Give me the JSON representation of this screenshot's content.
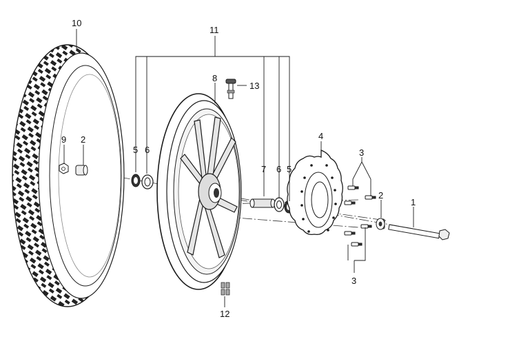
{
  "diagram": {
    "type": "exploded-parts-diagram",
    "colors": {
      "line": "#1a1a1a",
      "fill": "#ffffff",
      "shade": "#e6e6e6",
      "dark": "#555555"
    },
    "callouts": [
      {
        "id": "tire",
        "label": "10"
      },
      {
        "id": "wheel-assembly",
        "label": "11"
      },
      {
        "id": "rim",
        "label": "8"
      },
      {
        "id": "valve",
        "label": "13"
      },
      {
        "id": "nut-left",
        "label": "9"
      },
      {
        "id": "spacer-left",
        "label": "2"
      },
      {
        "id": "seal-left",
        "label": "5"
      },
      {
        "id": "bearing-left",
        "label": "6"
      },
      {
        "id": "hub-sleeve",
        "label": "7"
      },
      {
        "id": "bearing-right",
        "label": "6"
      },
      {
        "id": "seal-right",
        "label": "5"
      },
      {
        "id": "brake-disc",
        "label": "4"
      },
      {
        "id": "bolts-top",
        "label": "3"
      },
      {
        "id": "spacer-right",
        "label": "2"
      },
      {
        "id": "axle",
        "label": "1"
      },
      {
        "id": "bolts-bottom",
        "label": "3"
      },
      {
        "id": "balance-weights",
        "label": "12"
      }
    ]
  }
}
